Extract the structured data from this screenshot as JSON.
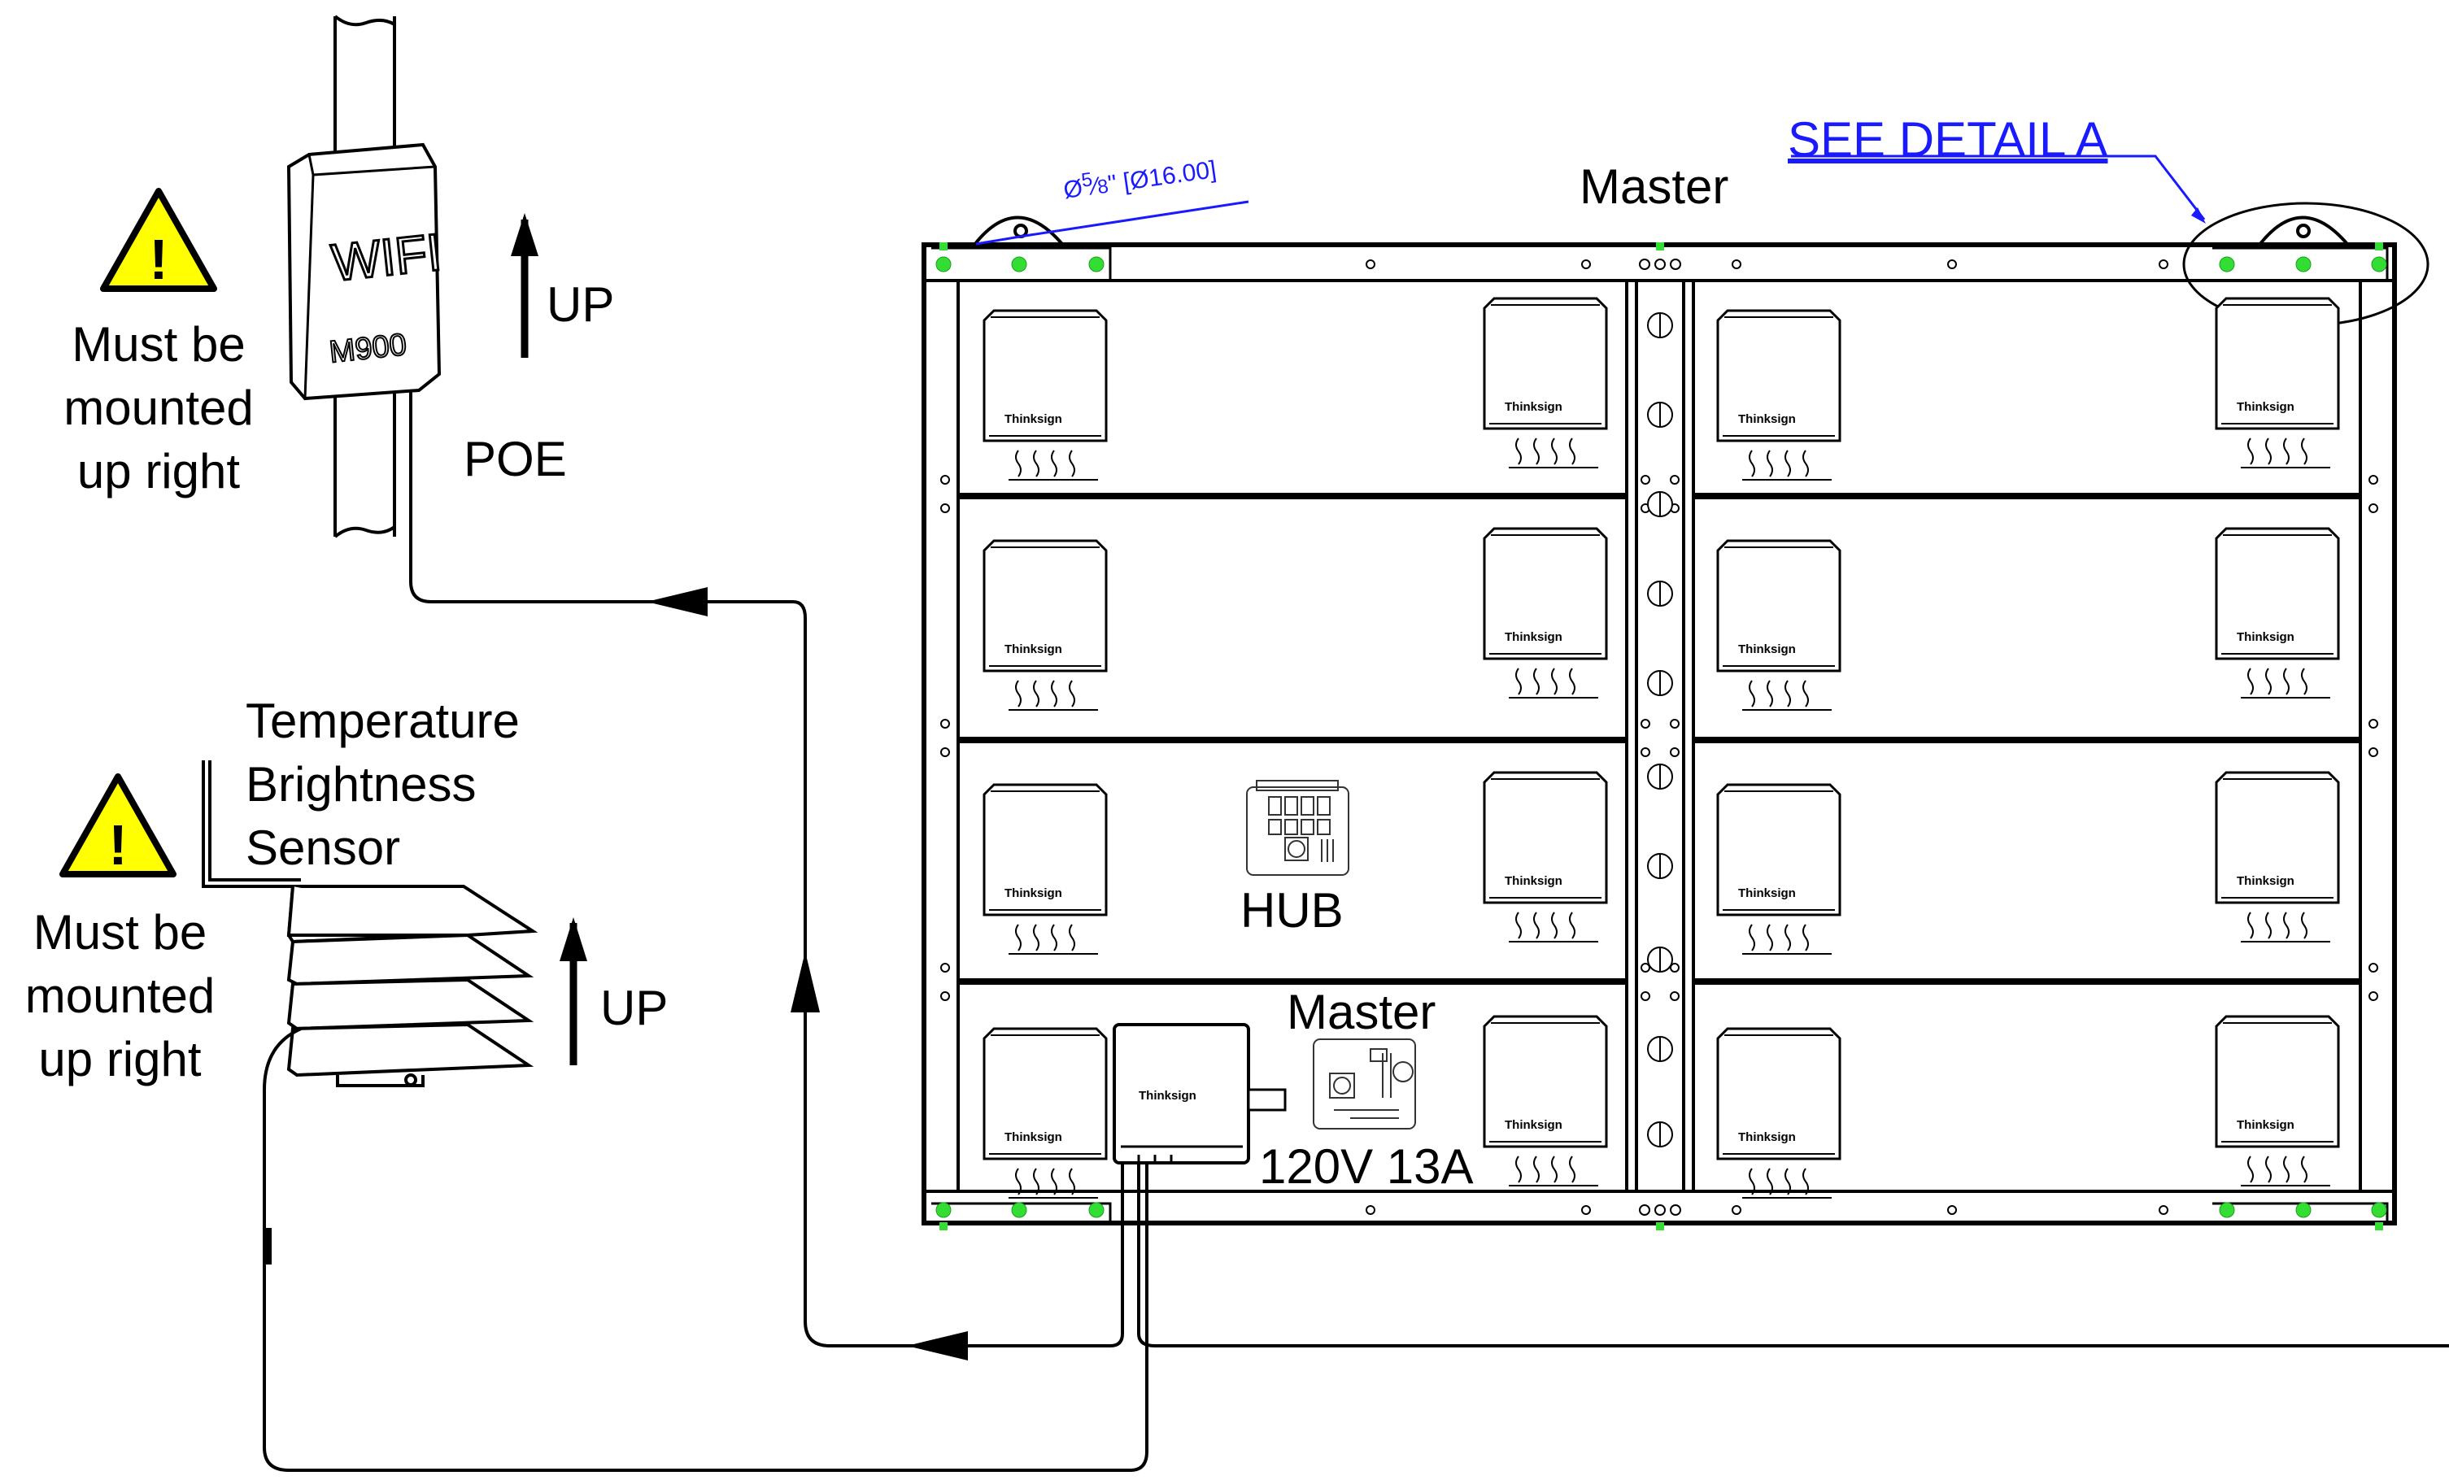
{
  "labels": {
    "wifi_word": "WIFI",
    "wifi_model": "M900",
    "wifi_up": "UP",
    "poe": "POE",
    "must_mounted_1": "Must be\nmounted\nup right",
    "sensor_title": "Temperature\nBrightness\nSensor",
    "must_mounted_2": "Must be\nmounted\nup right",
    "sensor_up": "UP",
    "master_top": "Master",
    "see_detail": "SEE DETAIL A",
    "dimension_prefix": "Ø",
    "dimension_frac_num": "5",
    "dimension_frac_den": "8",
    "dimension_suffix": "\" [Ø16.00]",
    "hub": "HUB",
    "master_bottom": "Master",
    "power": "120V 13A",
    "brand": "Thinksign",
    "brand_small": "Thinksign"
  },
  "colors": {
    "line": "#000000",
    "warning_fill": "#ffff00",
    "mount_dot": "#33dd33",
    "dimension": "#1a1aff"
  },
  "icons": {
    "warning": "warning-triangle-icon",
    "arrow_up": "arrow-up-icon",
    "arrow_left": "arrow-left-icon",
    "heat": "heat-wave-icon"
  }
}
